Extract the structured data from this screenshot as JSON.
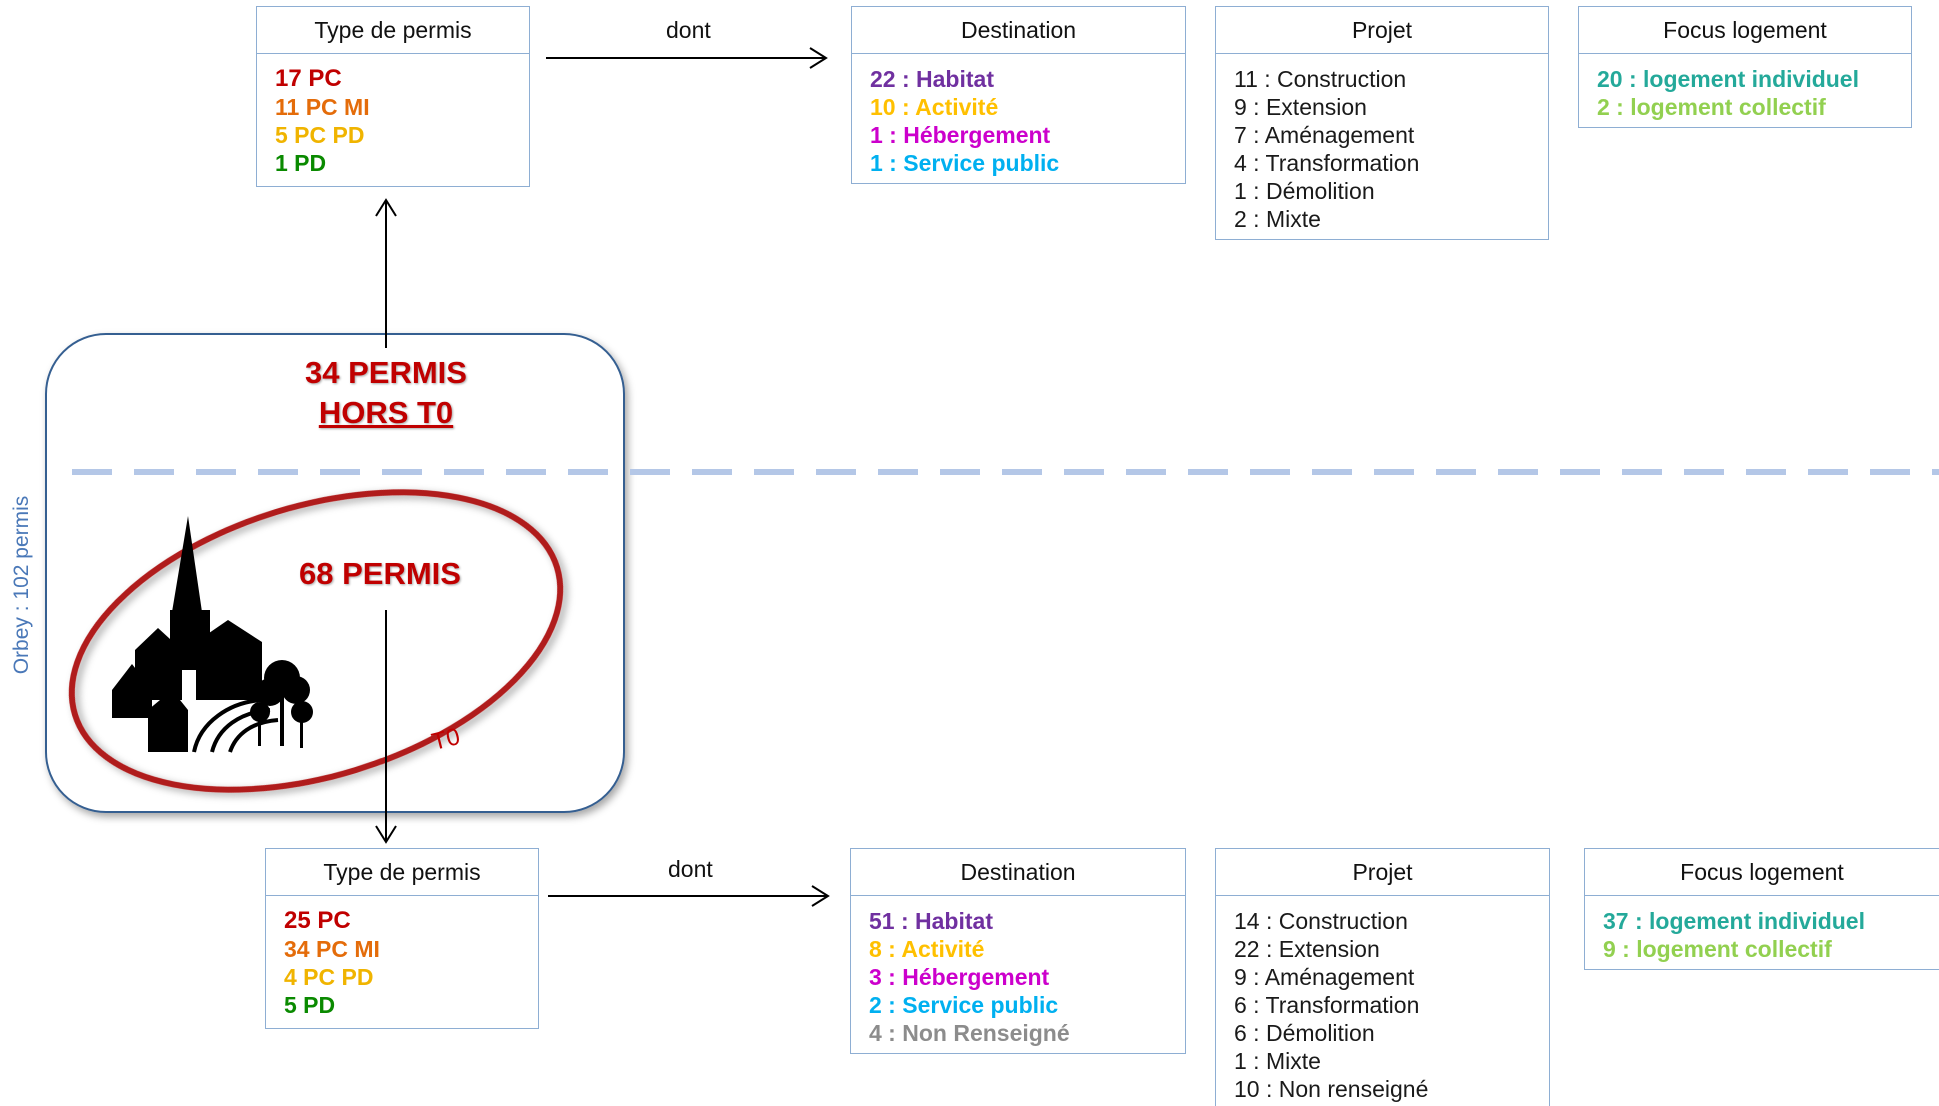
{
  "side_label": "Orbey : 102 permis",
  "hors_t0": {
    "line1": "34 PERMIS",
    "line2": "HORS T0"
  },
  "t0": {
    "count_label": "68 PERMIS",
    "zone_label": "T0"
  },
  "connector_label": "dont",
  "colors": {
    "pc": "#c00000",
    "pc_mi": "#e46c0a",
    "pc_pd": "#f0b400",
    "pd": "#0a8a00",
    "habitat": "#7030a0",
    "activite": "#ffc000",
    "hebergement": "#cc00cc",
    "service": "#00b0f0",
    "non_renseigne": "#8c8c8c",
    "individuel": "#24a99a",
    "collectif": "#92d050",
    "box_border": "#8eaed3",
    "t0_ring": "#b01a1a",
    "divider": "#b4c7e7"
  },
  "top": {
    "type_box": {
      "title": "Type de permis",
      "items": [
        {
          "text": "17 PC",
          "color": "#c00000"
        },
        {
          "text": "11 PC MI",
          "color": "#e46c0a"
        },
        {
          "text": "5 PC PD",
          "color": "#f0b400"
        },
        {
          "text": "1 PD",
          "color": "#0a8a00"
        }
      ]
    },
    "destination_box": {
      "title": "Destination",
      "items": [
        {
          "text": "22 : Habitat",
          "color": "#7030a0"
        },
        {
          "text": "10 : Activité",
          "color": "#ffc000"
        },
        {
          "text": "1 : Hébergement",
          "color": "#cc00cc"
        },
        {
          "text": "1 : Service public",
          "color": "#00b0f0"
        }
      ]
    },
    "projet_box": {
      "title": "Projet",
      "items": [
        "11 : Construction",
        "9 : Extension",
        "7 : Aménagement",
        "4 : Transformation",
        "1 : Démolition",
        "2 : Mixte"
      ]
    },
    "focus_box": {
      "title": "Focus logement",
      "items": [
        {
          "text": "20 : logement individuel",
          "color": "#24a99a"
        },
        {
          "text": "2 : logement collectif",
          "color": "#92d050"
        }
      ]
    }
  },
  "bottom": {
    "type_box": {
      "title": "Type de permis",
      "items": [
        {
          "text": "25 PC",
          "color": "#c00000"
        },
        {
          "text": "34 PC MI",
          "color": "#e46c0a"
        },
        {
          "text": "4 PC PD",
          "color": "#f0b400"
        },
        {
          "text": "5 PD",
          "color": "#0a8a00"
        }
      ]
    },
    "destination_box": {
      "title": "Destination",
      "items": [
        {
          "text": "51 : Habitat",
          "color": "#7030a0"
        },
        {
          "text": "8 : Activité",
          "color": "#ffc000"
        },
        {
          "text": "3 : Hébergement",
          "color": "#cc00cc"
        },
        {
          "text": "2 : Service public",
          "color": "#00b0f0"
        },
        {
          "text": "4 : Non Renseigné",
          "color": "#8c8c8c"
        }
      ]
    },
    "projet_box": {
      "title": "Projet",
      "items": [
        "14 : Construction",
        "22 : Extension",
        "9 : Aménagement",
        "6 : Transformation",
        "6 : Démolition",
        "1 : Mixte",
        "10 : Non renseigné"
      ]
    },
    "focus_box": {
      "title": "Focus logement",
      "items": [
        {
          "text": "37 : logement individuel",
          "color": "#24a99a"
        },
        {
          "text": "9 : logement collectif",
          "color": "#92d050"
        }
      ]
    }
  }
}
